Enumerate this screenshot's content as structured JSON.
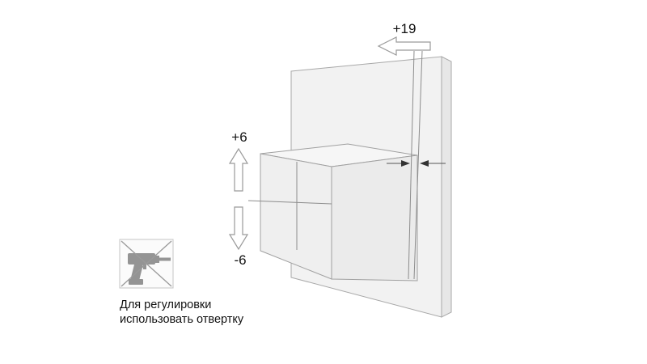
{
  "diagram": {
    "adjust_depth": "+19",
    "adjust_up": "+6",
    "adjust_down": "-6",
    "note_line1": "Для регулировки",
    "note_line2": "использовать отвертку",
    "icons": {
      "no_drill": "crossed-out-drill-icon",
      "depth_arrow": "left-outline-arrow-icon",
      "up_arrow": "up-outline-arrow-icon",
      "down_arrow": "down-outline-arrow-icon"
    },
    "colors": {
      "panel_fill": "#f2f2f2",
      "panel_edge_fill": "#e7e7e7",
      "cabinet_top_fill": "#f6f6f6",
      "cabinet_left_fill": "#efefef",
      "cabinet_right_fill": "#ebebeb",
      "stroke": "#a0a0a0",
      "dimension_line": "#8c8c8c",
      "drill_gray": "#949494",
      "text": "#111111"
    }
  }
}
